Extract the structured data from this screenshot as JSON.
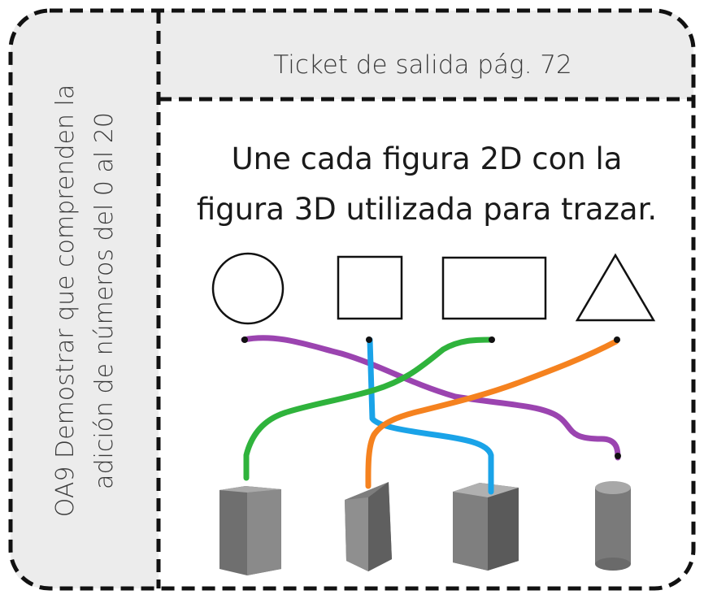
{
  "header": {
    "title": "Ticket de salida pág. 72"
  },
  "sidebar": {
    "line1": "OA9 Demostrar que comprenden la",
    "line2": "adición de números del 0 al 20"
  },
  "instruction": {
    "line1": "Une cada figura 2D con la",
    "line2": "figura 3D utilizada para trazar."
  },
  "figures_2d": [
    "circle-shape",
    "square-shape",
    "rectangle-shape",
    "triangle-shape"
  ],
  "figures_3d": [
    "rectangular-prism",
    "triangular-prism",
    "cube",
    "cylinder"
  ],
  "connections": [
    {
      "from": "circle",
      "to": "cylinder",
      "color": "#9b44b0"
    },
    {
      "from": "square",
      "to": "cube",
      "color": "#1aa3e8"
    },
    {
      "from": "rectangle",
      "to": "rectangular-prism",
      "color": "#2fb33c"
    },
    {
      "from": "triangle",
      "to": "triangular-prism",
      "color": "#f5821f"
    }
  ],
  "colors": {
    "border": "#111111",
    "header_bg": "#ececec",
    "side_bg": "#ececec",
    "solid_gray": "#7a7a7a"
  }
}
